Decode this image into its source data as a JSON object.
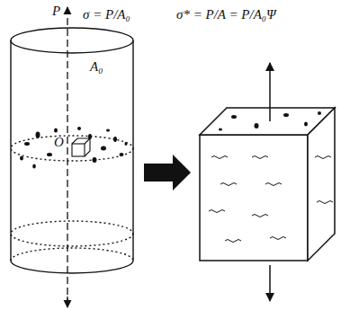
{
  "diagram": {
    "labels": [
      "P",
      "σ = P/A₀",
      "A₀",
      "O",
      "σ* = P/A = P/A₀Ψ"
    ]
  }
}
